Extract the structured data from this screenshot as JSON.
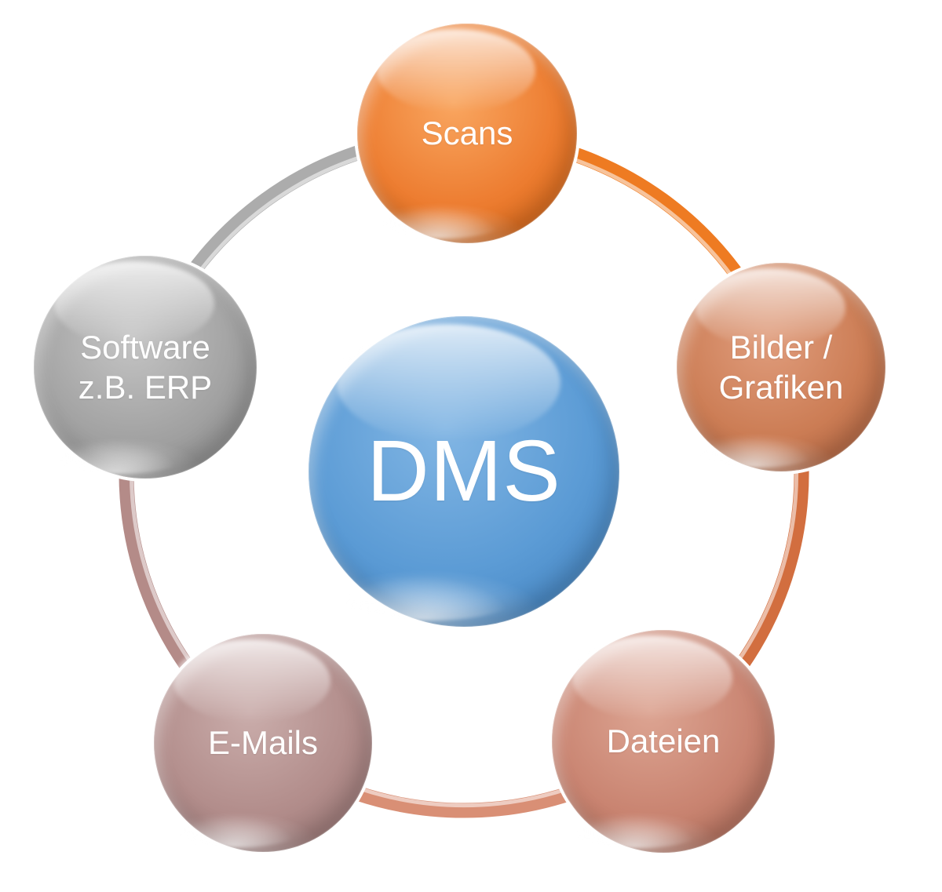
{
  "center": {
    "label": "DMS",
    "color": "#5B9BD5",
    "color_light": "#82B6E4",
    "color_dark": "#3C7CBB"
  },
  "nodes": [
    {
      "id": "scans",
      "label": "Scans",
      "color": "#ED7D31",
      "color_light": "#F9A660",
      "color_dark": "#D2600E"
    },
    {
      "id": "bilder-grafiken",
      "label": "Bilder / Grafiken",
      "color": "#CC7D55",
      "color_light": "#E09D7D",
      "color_dark": "#AE5F3C"
    },
    {
      "id": "dateien",
      "label": "Dateien",
      "color": "#C98471",
      "color_light": "#DDA593",
      "color_dark": "#AC6754"
    },
    {
      "id": "emails",
      "label": "E-Mails",
      "color": "#B28D8B",
      "color_light": "#CAADAB",
      "color_dark": "#957170"
    },
    {
      "id": "software-erp",
      "label": "Software z.B. ERP",
      "color": "#A2A2A2",
      "color_light": "#C5C5C5",
      "color_dark": "#868686"
    }
  ],
  "ring": {
    "segments": [
      {
        "from": "software-erp",
        "to": "scans",
        "color": "#ACACAC"
      },
      {
        "from": "scans",
        "to": "bilder-grafiken",
        "color": "#EE7B22"
      },
      {
        "from": "bilder-grafiken",
        "to": "dateien",
        "color": "#D26E3F"
      },
      {
        "from": "dateien",
        "to": "emails",
        "color": "#D98F75"
      },
      {
        "from": "emails",
        "to": "software-erp",
        "color": "#B48B88"
      }
    ]
  }
}
